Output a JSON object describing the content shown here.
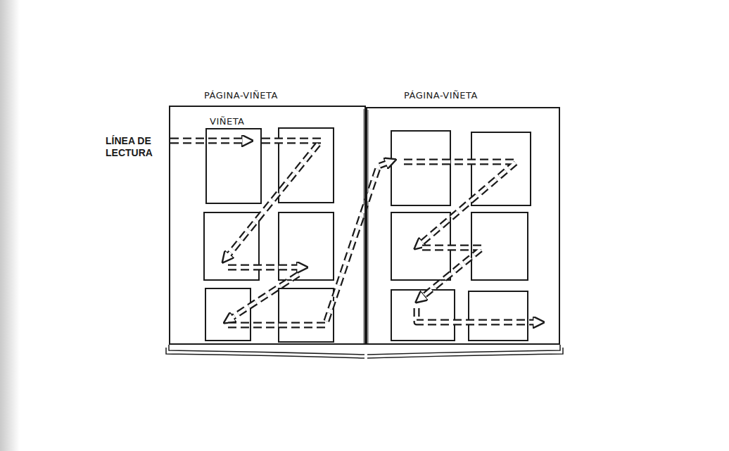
{
  "diagram": {
    "nodes": [
      {
        "text": [
          "PÁGINA-VIÑETA"
        ]
      },
      {
        "text": [
          "PÁGINA-VIÑETA"
        ]
      },
      {
        "text": [
          "VIÑETA"
        ],
        "in": 0
      }
    ],
    "labels": [
      "LÍNEA DE LECTURA"
    ]
  }
}
